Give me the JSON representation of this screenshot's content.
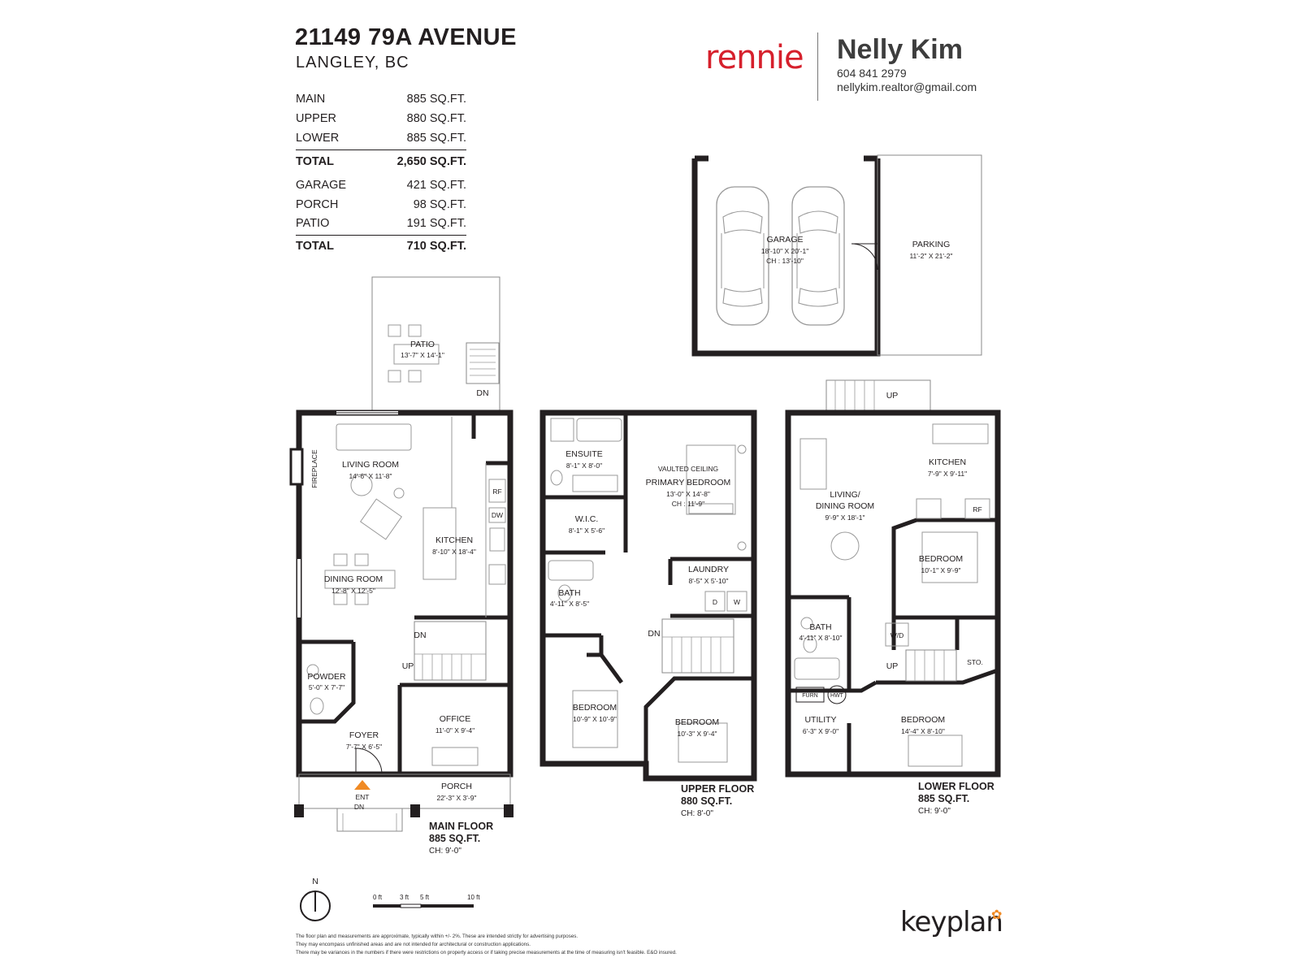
{
  "header": {
    "address_line1": "21149 79A AVENUE",
    "address_line2": "LANGLEY, BC"
  },
  "areas": {
    "living": [
      {
        "label": "MAIN",
        "value": "885 SQ.FT."
      },
      {
        "label": "UPPER",
        "value": "880 SQ.FT."
      },
      {
        "label": "LOWER",
        "value": "885 SQ.FT."
      }
    ],
    "living_total": {
      "label": "TOTAL",
      "value": "2,650 SQ.FT."
    },
    "other": [
      {
        "label": "GARAGE",
        "value": "421 SQ.FT."
      },
      {
        "label": "PORCH",
        "value": "98 SQ.FT."
      },
      {
        "label": "PATIO",
        "value": "191 SQ.FT."
      }
    ],
    "other_total": {
      "label": "TOTAL",
      "value": "710 SQ.FT."
    }
  },
  "brand": {
    "logo": "rennie",
    "logo_color": "#d6202c",
    "agent_name": "Nelly Kim",
    "phone": "604 841 2979",
    "email": "nellykim.realtor@gmail.com"
  },
  "garage": {
    "garage_name": "GARAGE",
    "garage_dim": "18'-10\" X 20'-1\"",
    "garage_ch": "CH : 13'-10\"",
    "parking_name": "PARKING",
    "parking_dim": "11'-2\" X 21'-2\""
  },
  "main_floor": {
    "title": "MAIN FLOOR",
    "area": "885 SQ.FT.",
    "ch": "CH: 9'-0\"",
    "patio": "PATIO",
    "patio_dim": "13'-7\" X 14'-1\"",
    "dn_top": "DN",
    "living": "LIVING ROOM",
    "living_dim": "14'-6\" X 11'-8\"",
    "fireplace": "FIREPLACE",
    "kitchen": "KITCHEN",
    "kitchen_dim": "8'-10\" X 18'-4\"",
    "rf": "RF",
    "dw": "DW",
    "dining": "DINING ROOM",
    "dining_dim": "12'-8\" X 12'-5\"",
    "dn_stair": "DN",
    "up_stair": "UP",
    "powder": "POWDER",
    "powder_dim": "5'-0\" X 7'-7\"",
    "foyer": "FOYER",
    "foyer_dim": "7'-7\" X 6'-5\"",
    "office": "OFFICE",
    "office_dim": "11'-0\" X 9'-4\"",
    "porch": "PORCH",
    "porch_dim": "22'-3\" X 3'-9\"",
    "ent": "ENT",
    "dn_ent": "DN"
  },
  "upper_floor": {
    "title": "UPPER FLOOR",
    "area": "880 SQ.FT.",
    "ch": "CH: 8'-0\"",
    "ensuite": "ENSUITE",
    "ensuite_dim": "8'-1\" X 8'-0\"",
    "vaulted": "VAULTED CEILING",
    "primary": "PRIMARY BEDROOM",
    "primary_dim": "13'-0\" X 14'-8\"",
    "primary_ch": "CH : 11'-9\"",
    "wic": "W.I.C.",
    "wic_dim": "8'-1\" X 5'-6\"",
    "laundry": "LAUNDRY",
    "laundry_dim": "8'-5\" X 5'-10\"",
    "d": "D",
    "w": "W",
    "bath": "BATH",
    "bath_dim": "4'-11\" X 8'-5\"",
    "dn": "DN",
    "bed1": "BEDROOM",
    "bed1_dim": "10'-9\" X 10'-9\"",
    "bed2": "BEDROOM",
    "bed2_dim": "10'-3\" X 9'-4\""
  },
  "lower_floor": {
    "title": "LOWER FLOOR",
    "area": "885 SQ.FT.",
    "ch": "CH: 9'-0\"",
    "up_top": "UP",
    "kitchen": "KITCHEN",
    "kitchen_dim": "7'-9\" X 9'-11\"",
    "living1": "LIVING/",
    "living2": "DINING ROOM",
    "living_dim": "9'-9\" X 18'-1\"",
    "rf": "RF",
    "bed1": "BEDROOM",
    "bed1_dim": "10'-1\" X 9'-9\"",
    "wd": "W/D",
    "bath": "BATH",
    "bath_dim": "4'-11\" X 8'-10\"",
    "up": "UP",
    "sto": "STO.",
    "furn": "FURN",
    "hwt": "HWT",
    "utility": "UTILITY",
    "utility_dim": "6'-3\" X 9'-0\"",
    "bed2": "BEDROOM",
    "bed2_dim": "14'-4\" X 8'-10\""
  },
  "legend": {
    "north": "N",
    "scale_0": "0 ft",
    "scale_3": "3 ft",
    "scale_5": "5 ft",
    "scale_10": "10 ft"
  },
  "disclaimer": [
    "The floor plan and measurements are approximate, typically within +/- 2%. These are intended strictly for advertising purposes.",
    "They may encompass unfinished areas and are not intended for architectural or construction applications.",
    "There may be variances in the numbers if there were restrictions on property access or if taking precise measurements at the time of measuring isn't feasible. E&O insured."
  ],
  "footer_brand": "keyplan"
}
